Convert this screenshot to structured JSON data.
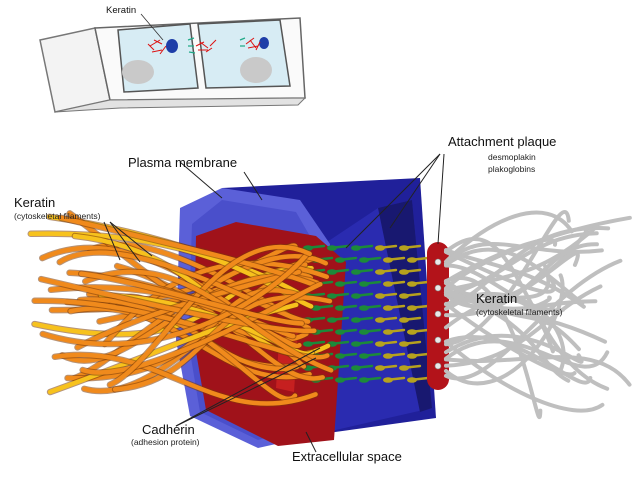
{
  "inset": {
    "keratin_label": "Keratin"
  },
  "labels": {
    "plasma_membrane": "Plasma membrane",
    "attachment_plaque": "Attachment plaque",
    "desmoplakin": "desmoplakin",
    "plakoglobins": "plakoglobins",
    "keratin_left": "Keratin",
    "keratin_left_sub": "(cytoskeletal filaments)",
    "keratin_right": "Keratin",
    "keratin_right_sub": "(cytoskeletal filaments)",
    "cadherin": "Cadherin",
    "cadherin_sub": "(adhesion protein)",
    "extracellular_space": "Extracellular space"
  },
  "colors": {
    "membrane_left": "#5a5fd6",
    "membrane_dark": "#23237a",
    "membrane_right": "#2c2ea8",
    "plaque": "#b5141a",
    "keratin_orange": "#f08a1c",
    "keratin_yellow": "#f7c21d",
    "keratin_gray": "#bfbfbf",
    "cadherin_green": "#1c8a3a",
    "cadherin_olive": "#b6a21e"
  }
}
